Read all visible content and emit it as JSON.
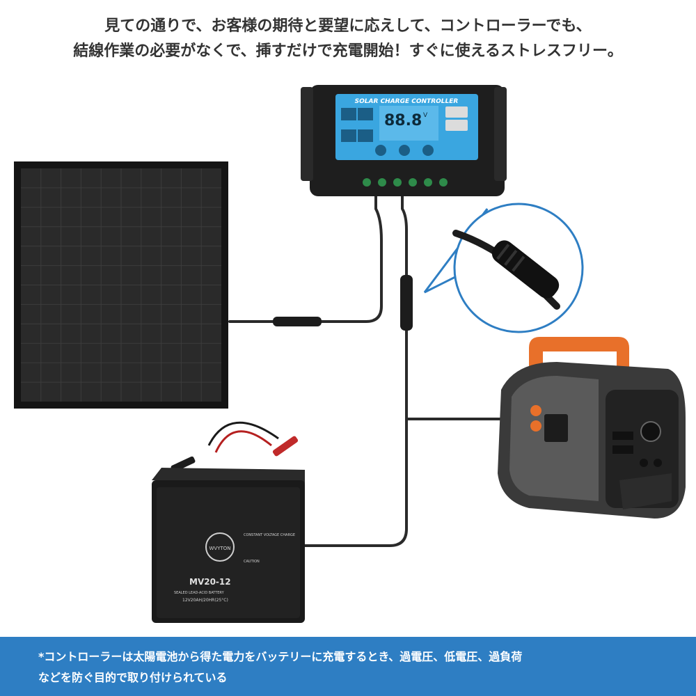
{
  "heading": {
    "line1": "見ての通りで、お客様の期待と要望に応えして、コントローラーでも、",
    "line2": "結線作業の必要がなくで、挿すだけで充電開始！すぐに使えるストレスフリー。"
  },
  "controller": {
    "title": "SOLAR CHARGE CONTROLLER",
    "display_value": "88.8",
    "display_unit": "V"
  },
  "battery": {
    "brand": "WVYTON",
    "model": "MV20-12",
    "type_label": "SEALED LEAD-ACID BATTERY",
    "rating": "12V20AH/20HR(25°C)",
    "charge_title": "CONSTANT VOLTAGE CHARGE",
    "caution": "CAUTION"
  },
  "footer": {
    "line1": "*コントローラーは太陽電池から得た電力をバッテリーに充電するとき、過電圧、低電圧、過負荷",
    "line2": "などを防ぐ目的で取り付けられている"
  },
  "colors": {
    "footer_bg": "#2e7ec3",
    "controller_screen": "#3aa6e0",
    "station_orange": "#e8702a",
    "cable": "#2a2a2a"
  }
}
